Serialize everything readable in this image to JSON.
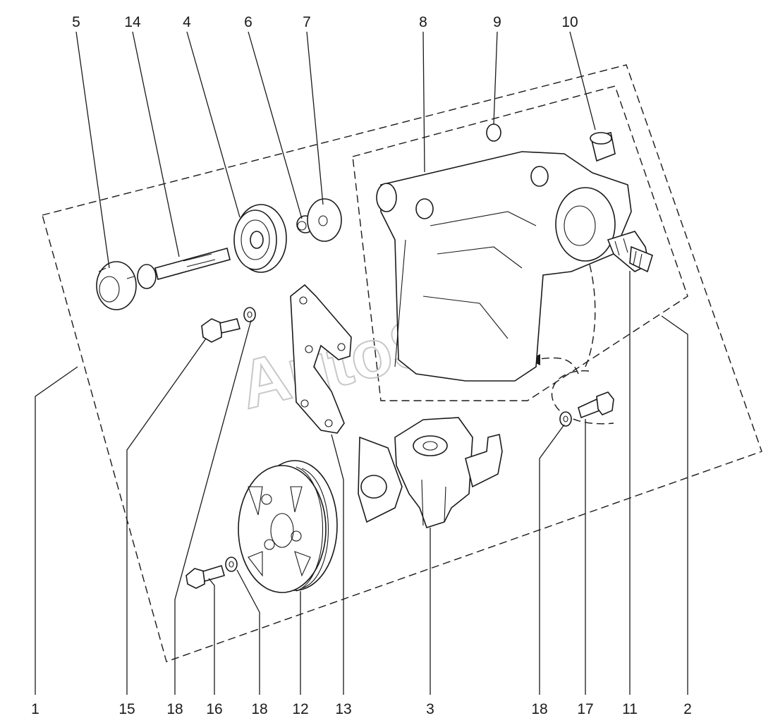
{
  "watermark": "AutoSoft",
  "callouts": {
    "top": [
      "5",
      "14",
      "4",
      "6",
      "7",
      "8",
      "9",
      "10"
    ],
    "bottom": [
      "1",
      "15",
      "18",
      "16",
      "18",
      "12",
      "13",
      "3",
      "18",
      "17",
      "11",
      "2"
    ]
  },
  "colors": {
    "ink": "#1a1a1a",
    "watermark": "#c8c8c8",
    "background": "#ffffff"
  }
}
